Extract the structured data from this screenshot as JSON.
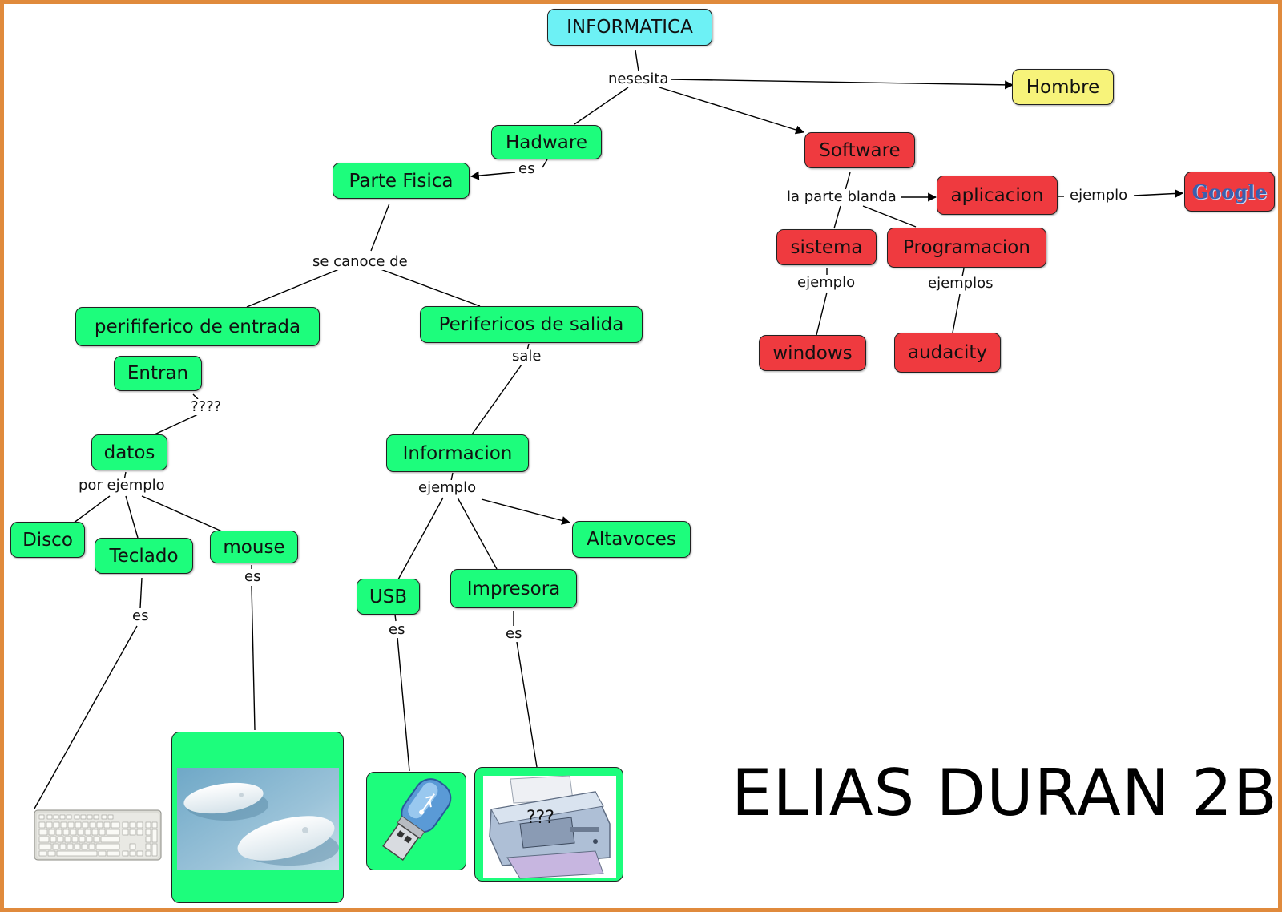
{
  "nodes": {
    "informatica": "INFORMATICA",
    "hombre": "Hombre",
    "hadware": "Hadware",
    "software": "Software",
    "parte_fisica": "Parte Fisica",
    "aplicacion": "aplicacion",
    "google": "Google",
    "sistema": "sistema",
    "programacion": "Programacion",
    "windows": "windows",
    "audacity": "audacity",
    "periferico_entrada": "perififerico de entrada",
    "perifericos_salida": "Perifericos de salida",
    "entran": "Entran",
    "datos": "datos",
    "informacion": "Informacion",
    "disco": "Disco",
    "teclado": "Teclado",
    "mouse": "mouse",
    "usb": "USB",
    "impresora": "Impresora",
    "altavoces": "Altavoces"
  },
  "links": {
    "nesesita": "nesesita",
    "es_parte": "es",
    "parte_blanda": "la parte blanda",
    "ejemplo_google": "ejemplo",
    "ejemplo_windows": "ejemplo",
    "ejemplos_audacity": "ejemplos",
    "se_canoce_de": "se canoce de",
    "sale": "sale",
    "interrogacion": "????",
    "por_ejemplo": "por ejemplo",
    "ejemplo_info": "ejemplo",
    "es_teclado": "es",
    "es_mouse": "es",
    "es_usb": "es",
    "es_impresora": "es"
  },
  "images": {
    "printer_overlay_text": "???"
  },
  "signature": "ELIAS DURAN 2B",
  "colors": {
    "border": "#e08a3c",
    "green_node": "#1dfd7c",
    "red_node": "#ef3a3f",
    "cyan_node": "#6df1f5",
    "yellow_node": "#f7f37a"
  }
}
